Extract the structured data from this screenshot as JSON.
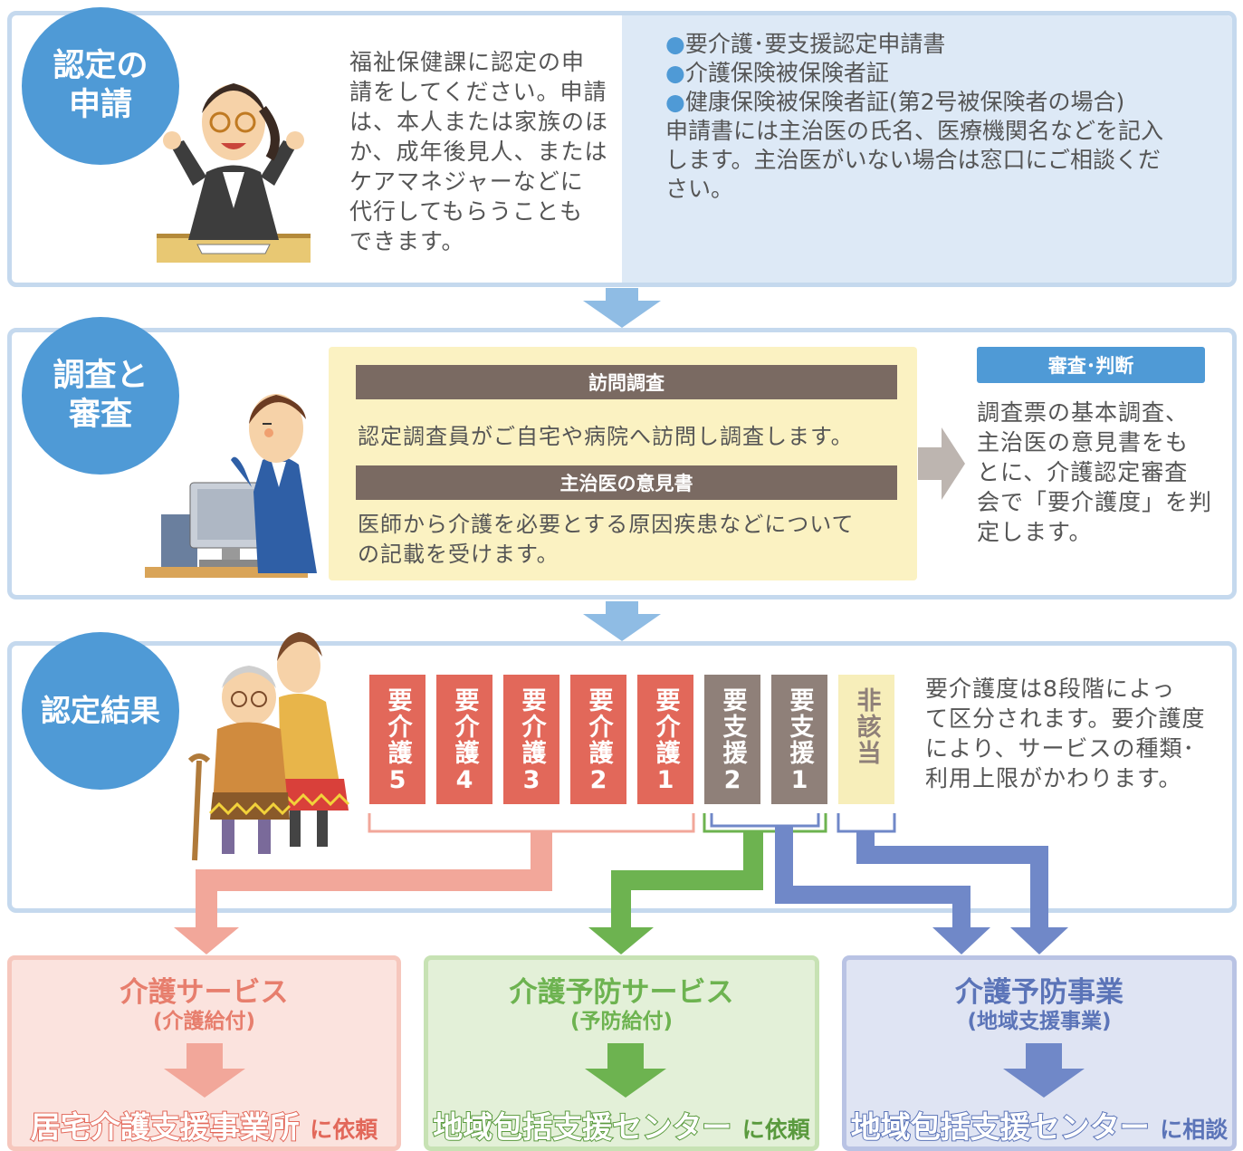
{
  "step1": {
    "title": "認定の\n申請",
    "description": "福祉保健課に認定の申\n請をしてください。申請\nは、本人または家族のほ\nか、成年後見人、または\nケアマネジャーなどに\n代行してもらうことも\nできます。",
    "documents": [
      "要介護･要支援認定申請書",
      "介護保険被保険者証",
      "健康保険被保険者証(第2号被保険者の場合)"
    ],
    "note": "申請書には主治医の氏名、医療機関名などを記入\nします。主治医がいない場合は窓口にご相談くだ\nさい。"
  },
  "step2": {
    "title": "調査と\n審査",
    "visit": {
      "header": "訪問調査",
      "text": "認定調査員がご自宅や病院へ訪問し調査します。"
    },
    "doctor": {
      "header": "主治医の意見書",
      "text": "医師から介護を必要とする原因疾患などについて\nの記載を受けます。"
    },
    "review": {
      "header": "審査･判断",
      "text": "調査票の基本調査、\n主治医の意見書をも\nとに、介護認定審査\n会で「要介護度」を判\n定します。"
    }
  },
  "step3": {
    "title": "認定結果",
    "levels": [
      "要介護5",
      "要介護4",
      "要介護3",
      "要介護2",
      "要介護1",
      "要支援2",
      "要支援1",
      "非該当"
    ],
    "description": "要介護度は8段階によっ\nて区分されます。要介護度\nにより、サービスの種類･\n利用上限がかわります。"
  },
  "outcomes": [
    {
      "title": "介護サービス",
      "subtitle": "(介護給付)",
      "destination": "居宅介護支援事業所",
      "action": "に依頼"
    },
    {
      "title": "介護予防サービス",
      "subtitle": "(予防給付)",
      "destination": "地域包括支援センター",
      "action": "に依頼"
    },
    {
      "title": "介護予防事業",
      "subtitle": "(地域支援事業)",
      "destination": "地域包括支援センター",
      "action": "に相談"
    }
  ],
  "colors": {
    "circle": "#4f9ad6",
    "frame": "#c5d9ee",
    "panel": "#dde9f6",
    "yellow": "#fbf2c2",
    "kaigo": "#e2685a",
    "shien": "#8f8079",
    "higaito": "#f7eeba",
    "salmon": "#f2a79a",
    "green": "#6db350",
    "blue": "#7088c8"
  }
}
